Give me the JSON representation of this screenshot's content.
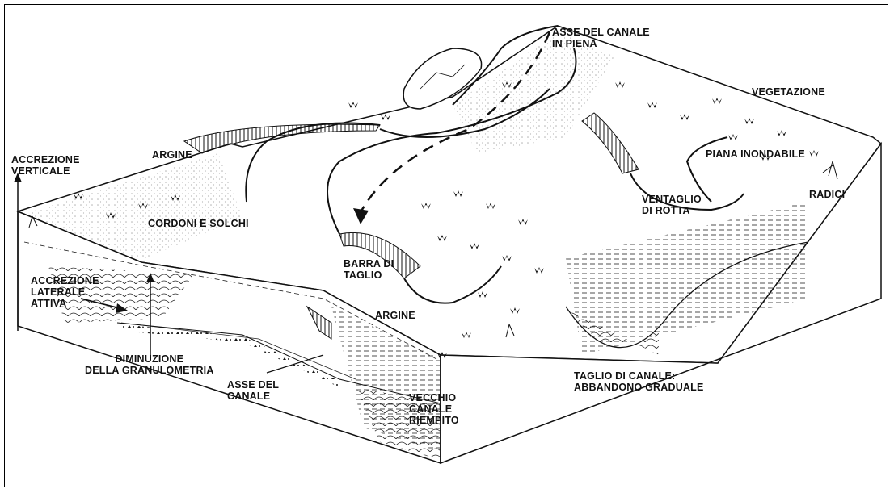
{
  "labels": {
    "asse_canale_piena": [
      "ASSE DEL CANALE",
      "IN PIENA"
    ],
    "vegetazione": [
      "VEGETAZIONE"
    ],
    "argine_top": [
      "ARGINE"
    ],
    "accrezione_verticale": [
      "ACCREZIONE",
      "VERTICALE"
    ],
    "piana_inondabile": [
      "PIANA INONDABILE"
    ],
    "radici": [
      "RADICI"
    ],
    "ventaglio_rotta": [
      "VENTAGLIO",
      "DI ROTTA"
    ],
    "cordoni_solchi": [
      "CORDONI E SOLCHI"
    ],
    "barra_taglio": [
      "BARRA DI",
      "TAGLIO"
    ],
    "accrezione_laterale": [
      "ACCREZIONE",
      "LATERALE",
      "ATTIVA"
    ],
    "argine_mid": [
      "ARGINE"
    ],
    "diminuzione": [
      "DIMINUZIONE",
      "DELLA GRANULOMETRIA"
    ],
    "asse_canale": [
      "ASSE DEL",
      "CANALE"
    ],
    "vecchio_canale": [
      "VECCHIO",
      "CANALE",
      "RIEMPITO"
    ],
    "taglio_canale": [
      "TAGLIO DI CANALE:",
      "ABBANDONO GRADUALE"
    ]
  },
  "colors": {
    "line": "#111111",
    "background": "#ffffff"
  }
}
